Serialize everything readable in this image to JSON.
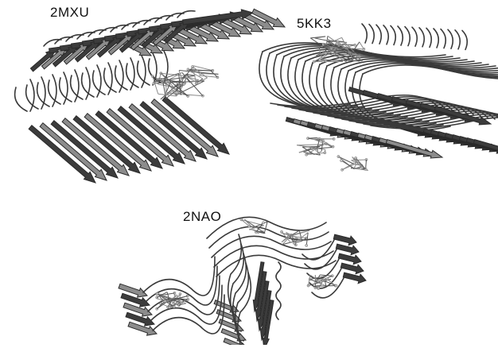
{
  "panels": [
    {
      "id": "2MXU",
      "label": "2MXU"
    },
    {
      "id": "5KK3",
      "label": "5KK3"
    },
    {
      "id": "2NAO",
      "label": "2NAO"
    }
  ],
  "colors": {
    "background": "#ffffff",
    "strand_light": "#8c8c8c",
    "strand_dark": "#3c3c3c",
    "coil": "#3a3a3a",
    "ligand": "#a8a8a8"
  },
  "render_style": "greyscale cartoon protein structures with stick ligands",
  "icons": [
    "beta-strand-arrow",
    "coil-loop",
    "ligand-sticks"
  ]
}
